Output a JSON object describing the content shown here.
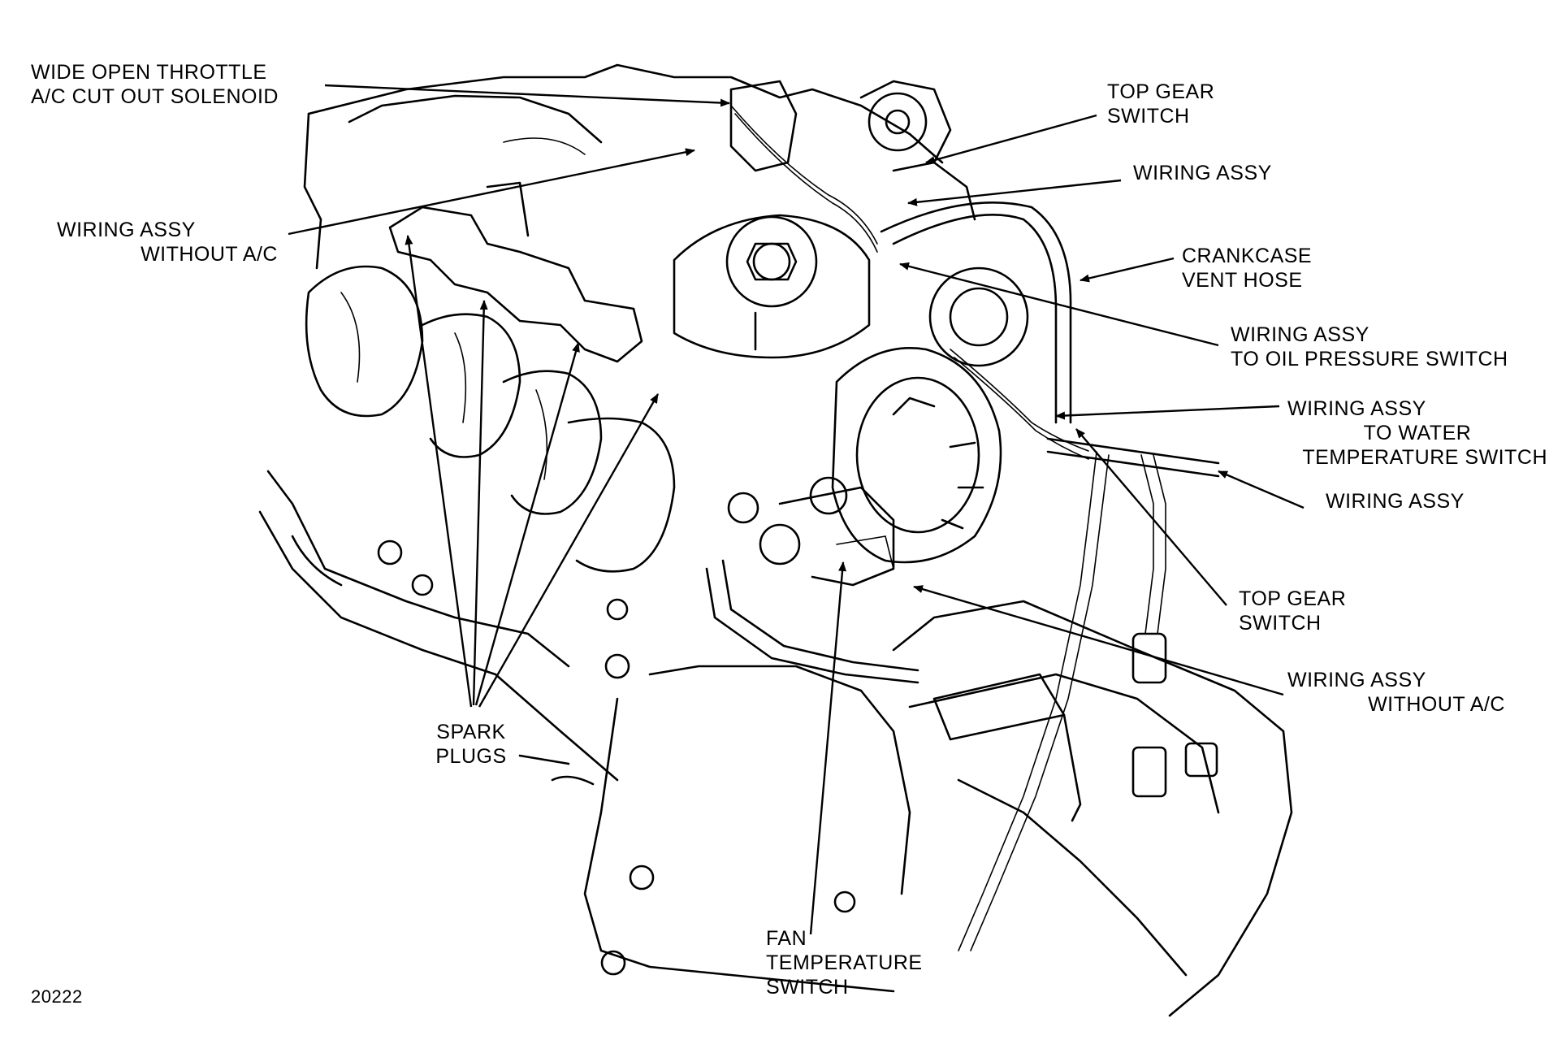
{
  "figure_number": "20222",
  "labels": {
    "wot_solenoid": [
      "WIDE OPEN THROTTLE",
      "A/C CUT OUT SOLENOID"
    ],
    "top_gear_switch_upper": [
      "TOP GEAR",
      "SWITCH"
    ],
    "wiring_assy_upper": [
      "WIRING ASSY"
    ],
    "wiring_assy_without_ac_left": [
      "WIRING ASSY",
      "WITHOUT A/C"
    ],
    "crankcase_vent_hose": [
      "CRANKCASE",
      "VENT HOSE"
    ],
    "wiring_assy_oil_pressure": [
      "WIRING ASSY",
      "TO OIL PRESSURE SWITCH"
    ],
    "wiring_assy_water_temp": [
      "WIRING ASSY",
      "TO WATER",
      "TEMPERATURE SWITCH"
    ],
    "wiring_assy_right": [
      "WIRING ASSY"
    ],
    "top_gear_switch_lower": [
      "TOP GEAR",
      "SWITCH"
    ],
    "wiring_assy_without_ac_right": [
      "WIRING ASSY",
      "WITHOUT A/C"
    ],
    "spark_plugs": [
      "SPARK",
      "PLUGS"
    ],
    "fan_temperature_switch": [
      "FAN",
      "TEMPERATURE",
      "SWITCH"
    ]
  }
}
